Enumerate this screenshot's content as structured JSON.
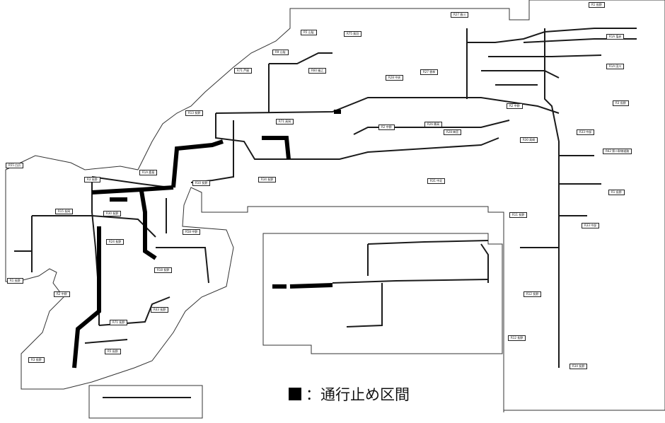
{
  "legend": {
    "text": "：通行止め区間",
    "swatch_color": "#000000"
  },
  "colors": {
    "road": "#1a1a1a",
    "closure": "#000000",
    "boundary": "#333333",
    "background": "#ffffff"
  },
  "route_labels": [
    "R1 長野",
    "R27 香川",
    "R5 山陰",
    "R75 鳥羽",
    "R9 山陰",
    "R71 芦屋",
    "R60 福之",
    "R28 中央",
    "R27 香林",
    "R1A 塩赤",
    "R1A 田川",
    "R71 高岡",
    "R2 中野",
    "R26 穂高",
    "R2 中野",
    "R28 梅宮",
    "R30 高崎",
    "R3 長野",
    "R33 中部",
    "R62 第二幹線道路",
    "R13 長野",
    "R34 長野",
    "R31 中北",
    "R1 長野",
    "R11 長野",
    "R33 中部",
    "R12 長野",
    "R12 長野",
    "R34 長野",
    "R55 白浜",
    "R3 長野",
    "R1A 鹿島",
    "R15 長岡",
    "R30 長野",
    "R24 長野",
    "R58 中野",
    "R10 長野",
    "R18 長野",
    "R1 長野",
    "R2 中野",
    "R43 長野",
    "R71 長野",
    "R5 長野",
    "R3 長野"
  ]
}
